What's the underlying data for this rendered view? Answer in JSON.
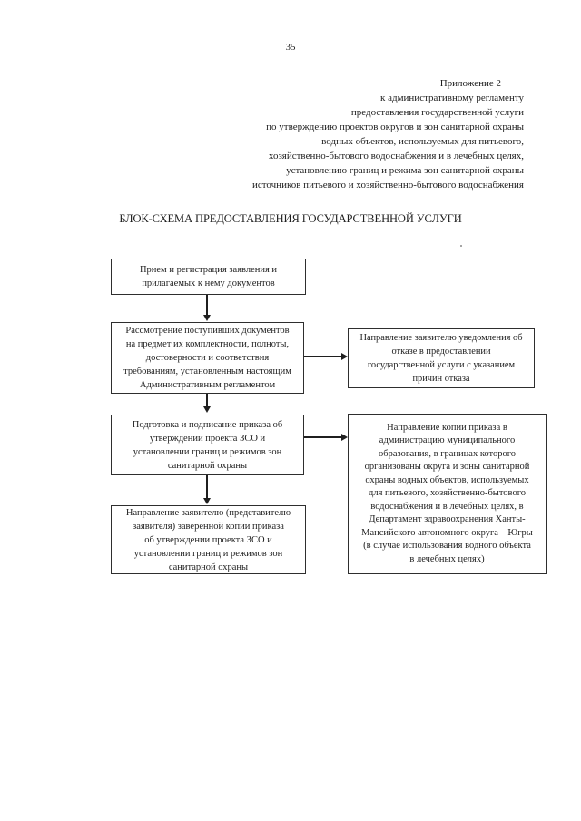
{
  "page": {
    "number": "35"
  },
  "header": {
    "lines": [
      "Приложение 2",
      "к административному регламенту",
      "предоставления государственной услуги",
      "по утверждению проектов округов и зон санитарной охраны",
      "водных объектов, используемых для питьевого,",
      "хозяйственно-бытового водоснабжения и в лечебных целях,",
      "установлению границ и режима зон санитарной охраны",
      "источников питьевого и хозяйственно-бытового водоснабжения"
    ]
  },
  "title": "БЛОК-СХЕМА ПРЕДОСТАВЛЕНИЯ ГОСУДАРСТВЕННОЙ УСЛУГИ",
  "flowchart": {
    "boxes": {
      "reception": {
        "lines": [
          "Прием и регистрация заявления и",
          "прилагаемых к нему документов"
        ]
      },
      "review": {
        "lines": [
          "Рассмотрение поступивших документов",
          "на предмет их комплектности, полноты,",
          "достоверности и соответствия",
          "требованиям, установленным настоящим",
          "Административным регламентом"
        ]
      },
      "refusal_notice": {
        "lines": [
          "Направление заявителю уведомления об",
          "отказе в предоставлении",
          "государственной услуги с указанием",
          "причин отказа"
        ]
      },
      "order_preparation": {
        "lines": [
          "Подготовка и подписание приказа об",
          "утверждении проекта ЗСО и",
          "установлении границ и режимов зон",
          "санитарной охраны"
        ]
      },
      "copy_to_administration": {
        "lines": [
          "Направление копии приказа в",
          "администрацию муниципального",
          "образования, в границах которого",
          "организованы округа и зоны санитарной",
          "охраны водных объектов, используемых",
          "для питьевого, хозяйственно-бытового",
          "водоснабжения и в лечебных целях, в",
          "Департамент здравоохранения Ханты-",
          "Мансийского автономного округа – Югры",
          "(в случае использования водного объекта",
          "в лечебных целях)"
        ]
      },
      "copy_to_applicant": {
        "lines": [
          "Направление заявителю (представителю",
          "заявителя) заверенной копии приказа",
          "об утверждении проекта ЗСО и",
          "установлении границ и режимов зон",
          "санитарной охраны"
        ]
      }
    },
    "edges": [
      {
        "from": "reception",
        "to": "review",
        "direction": "down"
      },
      {
        "from": "review",
        "to": "refusal_notice",
        "direction": "right"
      },
      {
        "from": "review",
        "to": "order_preparation",
        "direction": "down"
      },
      {
        "from": "order_preparation",
        "to": "copy_to_administration",
        "direction": "right"
      },
      {
        "from": "order_preparation",
        "to": "copy_to_applicant",
        "direction": "down"
      }
    ]
  },
  "colors": {
    "background": "#ffffff",
    "ink": "#1f1f1f",
    "box_border": "#2e2e2e"
  }
}
